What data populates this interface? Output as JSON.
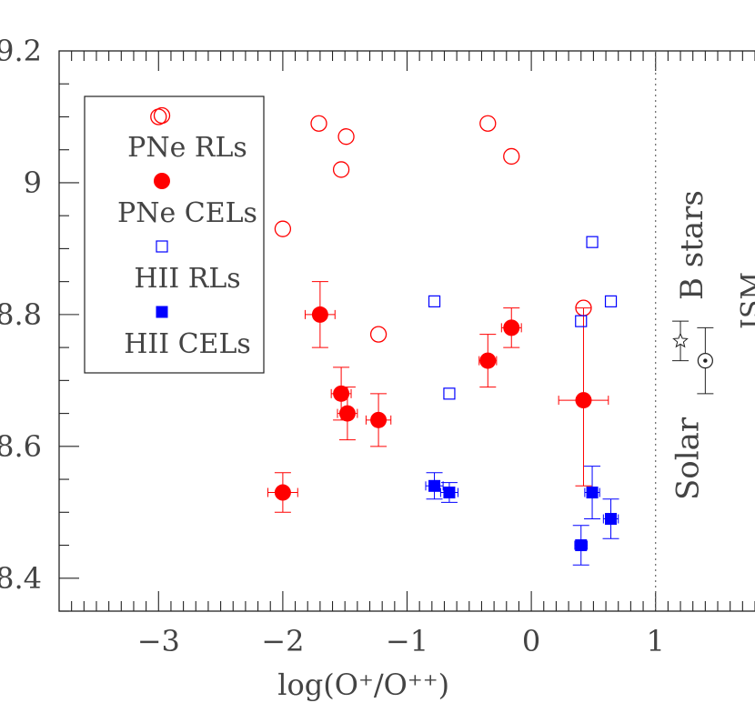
{
  "chart_data": {
    "type": "scatter",
    "xlabel": "log(O⁺/O⁺⁺)",
    "ylabel": "",
    "xlim": [
      -3.8,
      1.8
    ],
    "ylim": [
      8.35,
      9.2
    ],
    "x_ticks": [
      -3,
      -2,
      -1,
      0,
      1
    ],
    "x_tick_labels": [
      "−3",
      "−2",
      "−1",
      "0",
      "1"
    ],
    "y_ticks": [
      8.4,
      8.6,
      8.8,
      9.0,
      9.2
    ],
    "y_tick_labels": [
      "8.4",
      "8.6",
      "8.8",
      "9",
      "9.2"
    ],
    "grid": false,
    "legend_position": "top-left",
    "legend": [
      {
        "label": "PNe RLs",
        "marker": "open-circle",
        "color": "#ff0000"
      },
      {
        "label": "PNe CELs",
        "marker": "filled-circle",
        "color": "#ff0000"
      },
      {
        "label": "HII RLs",
        "marker": "open-square",
        "color": "#0000ff"
      },
      {
        "label": "HII CELs",
        "marker": "filled-square",
        "color": "#0000ff"
      }
    ],
    "series": [
      {
        "name": "PNe RLs",
        "marker": "open-circle",
        "color": "#ff0000",
        "points": [
          {
            "x": -3.0,
            "y": 9.1
          },
          {
            "x": -2.0,
            "y": 8.93
          },
          {
            "x": -1.71,
            "y": 9.09
          },
          {
            "x": -1.49,
            "y": 9.07
          },
          {
            "x": -1.53,
            "y": 9.02
          },
          {
            "x": -1.23,
            "y": 8.77
          },
          {
            "x": -0.35,
            "y": 9.09
          },
          {
            "x": -0.16,
            "y": 9.04
          },
          {
            "x": 0.42,
            "y": 8.81
          }
        ]
      },
      {
        "name": "PNe CELs",
        "marker": "filled-circle",
        "color": "#ff0000",
        "points": [
          {
            "x": -2.0,
            "y": 8.53,
            "xerr": 0.12,
            "yerr": 0.03
          },
          {
            "x": -1.7,
            "y": 8.8,
            "xerr": 0.12,
            "yerr": 0.05
          },
          {
            "x": -1.53,
            "y": 8.68,
            "xerr": 0.08,
            "yerr": 0.04
          },
          {
            "x": -1.48,
            "y": 8.65,
            "xerr": 0.08,
            "yerr": 0.04
          },
          {
            "x": -1.23,
            "y": 8.64,
            "xerr": 0.1,
            "yerr": 0.04
          },
          {
            "x": -0.35,
            "y": 8.73,
            "xerr": 0.07,
            "yerr": 0.04
          },
          {
            "x": -0.16,
            "y": 8.78,
            "xerr": 0.08,
            "yerr": 0.03
          },
          {
            "x": 0.42,
            "y": 8.67,
            "xerr": 0.2,
            "yerr_low": 0.13,
            "yerr_high": 0.14
          }
        ]
      },
      {
        "name": "HII RLs",
        "marker": "open-square",
        "color": "#0000ff",
        "points": [
          {
            "x": -0.78,
            "y": 8.82
          },
          {
            "x": -0.66,
            "y": 8.68
          },
          {
            "x": 0.4,
            "y": 8.79
          },
          {
            "x": 0.49,
            "y": 8.91
          },
          {
            "x": 0.64,
            "y": 8.82
          }
        ]
      },
      {
        "name": "HII CELs",
        "marker": "filled-square",
        "color": "#0000ff",
        "points": [
          {
            "x": -0.78,
            "y": 8.54,
            "xerr": 0.07,
            "yerr": 0.02
          },
          {
            "x": -0.66,
            "y": 8.53,
            "xerr": 0.07,
            "yerr": 0.015
          },
          {
            "x": 0.4,
            "y": 8.45,
            "xerr": 0.05,
            "yerr": 0.03
          },
          {
            "x": 0.49,
            "y": 8.53,
            "xerr": 0.06,
            "yerr": 0.04
          },
          {
            "x": 0.64,
            "y": 8.49,
            "xerr": 0.06,
            "yerr": 0.03
          }
        ]
      }
    ],
    "reference_line": {
      "x": 1.0,
      "style": "dotted"
    },
    "reference_points": [
      {
        "label": "B stars",
        "marker": "star",
        "x": 1.2,
        "y": 8.76,
        "yerr": 0.03
      },
      {
        "label": "Solar",
        "marker": "sun",
        "x": 1.4,
        "y": 8.73,
        "yerr": 0.05
      }
    ],
    "partial_label": "ISM"
  }
}
